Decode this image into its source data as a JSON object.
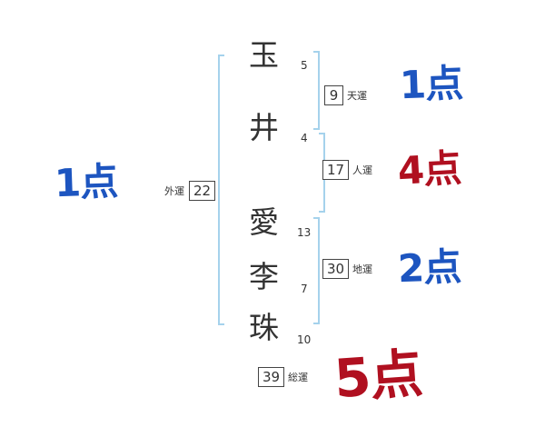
{
  "name": {
    "chars": [
      {
        "char": "玉",
        "strokes": "5"
      },
      {
        "char": "井",
        "strokes": "4"
      },
      {
        "char": "愛",
        "strokes": "13"
      },
      {
        "char": "李",
        "strokes": "7"
      },
      {
        "char": "珠",
        "strokes": "10"
      }
    ]
  },
  "fortunes": {
    "ten": {
      "label": "天運",
      "value": "9",
      "score": "1点"
    },
    "jin": {
      "label": "人運",
      "value": "17",
      "score": "4点"
    },
    "chi": {
      "label": "地運",
      "value": "30",
      "score": "2点"
    },
    "gai": {
      "label": "外運",
      "value": "22",
      "score": "1点"
    },
    "sou": {
      "label": "総運",
      "value": "39",
      "score": "5点"
    }
  },
  "colors": {
    "blue_score": "#1d55c0",
    "red_score": "#b01020",
    "bracket": "#a5d2ec"
  }
}
